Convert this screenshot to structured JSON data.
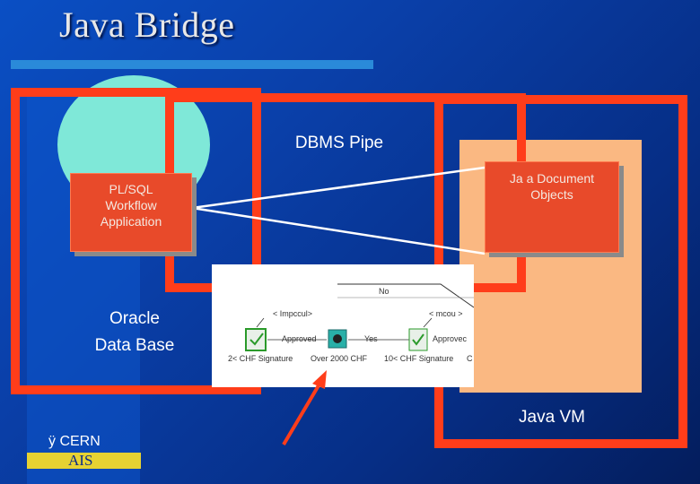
{
  "title": "Java Bridge",
  "labels": {
    "dbms_pipe": "DBMS Pipe",
    "plsql_app": [
      "PL/SQL",
      "Workflow",
      "Application"
    ],
    "java_objects": [
      "Ja a Document",
      "Objects"
    ],
    "oracle_db": [
      "Oracle",
      "Data Base"
    ],
    "java_vm": "Java VM"
  },
  "workflow": {
    "no": "No",
    "impccul_left": "< Impccul>",
    "impccul_right": "<  mcou >",
    "approved_left": "Approved",
    "yes": "Yes",
    "approved_right": "Approvec",
    "sig_2k": "2< CHF Signature",
    "over_2000": "Over 2000 CHF",
    "sig_10k": "10< CHF Signature",
    "c_cut": "C"
  },
  "footer": {
    "cern_symbol": "ÿ",
    "cern": "CERN",
    "ais": "AIS"
  },
  "colors": {
    "frame_red": "#ff3d1a",
    "box_red": "#e84a2a",
    "cyan": "#7fe8d8",
    "peach": "#fab882",
    "ais_yellow": "#e6d232"
  }
}
